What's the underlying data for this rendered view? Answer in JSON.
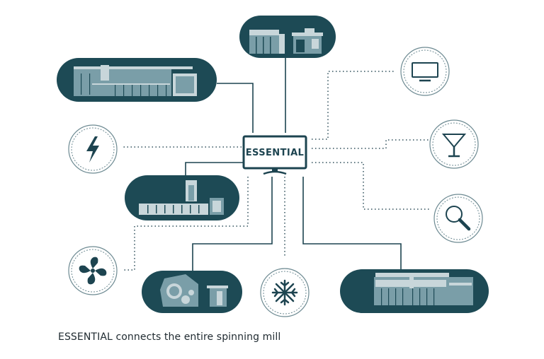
{
  "hub": {
    "label": "ESSENTIAL"
  },
  "caption": "ESSENTIAL connects the entire spinning mill",
  "colors": {
    "dark": "#1d4a55",
    "light": "#7a9ea8",
    "line": "#1d4450",
    "dotted": "#2f4f5a",
    "circle_stroke": "#6d8a92"
  },
  "machines": [
    "top-machine",
    "upper-left-machine",
    "middle-left-machine",
    "bottom-left-machine",
    "bottom-right-machine"
  ],
  "icons": [
    "monitor-icon",
    "cocktail-glass-icon",
    "magnifier-icon",
    "lightning-icon",
    "fan-icon",
    "snowflake-icon"
  ]
}
